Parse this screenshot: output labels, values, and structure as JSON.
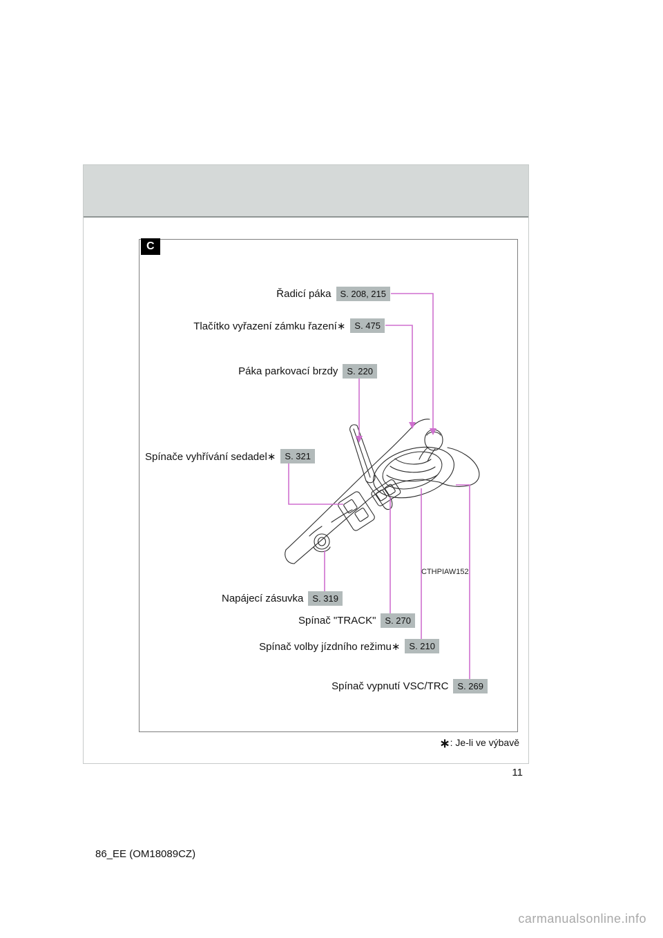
{
  "page": {
    "panel_label": "C",
    "figure_code": "CTHPIAW152",
    "footnote_marker": "∗",
    "footnote_text": ": Je-li ve výbavě",
    "page_number": "11",
    "footer_code": "86_EE (OM18089CZ)",
    "watermark": "carmanualsonline.info"
  },
  "callouts": [
    {
      "label": "Řadicí páka",
      "ref": "S. 208, 215"
    },
    {
      "label": "Tlačítko vyřazení zámku řazení∗",
      "ref": "S. 475"
    },
    {
      "label": "Páka parkovací brzdy",
      "ref": "S. 220"
    },
    {
      "label": "Spínače vyhřívání sedadel∗",
      "ref": "S. 321"
    },
    {
      "label": "Napájecí zásuvka",
      "ref": "S. 319"
    },
    {
      "label": "Spínač \"TRACK\"",
      "ref": "S. 270"
    },
    {
      "label": "Spínač volby jízdního režimu∗",
      "ref": "S. 210"
    },
    {
      "label": "Spínač vypnutí VSC/TRC",
      "ref": "S. 269"
    }
  ],
  "colors": {
    "header_bg": "#d5d9d8",
    "ref_box_bg": "#b2baba",
    "callout_line": "#cf6fcf",
    "panel_badge_bg": "#000000"
  }
}
